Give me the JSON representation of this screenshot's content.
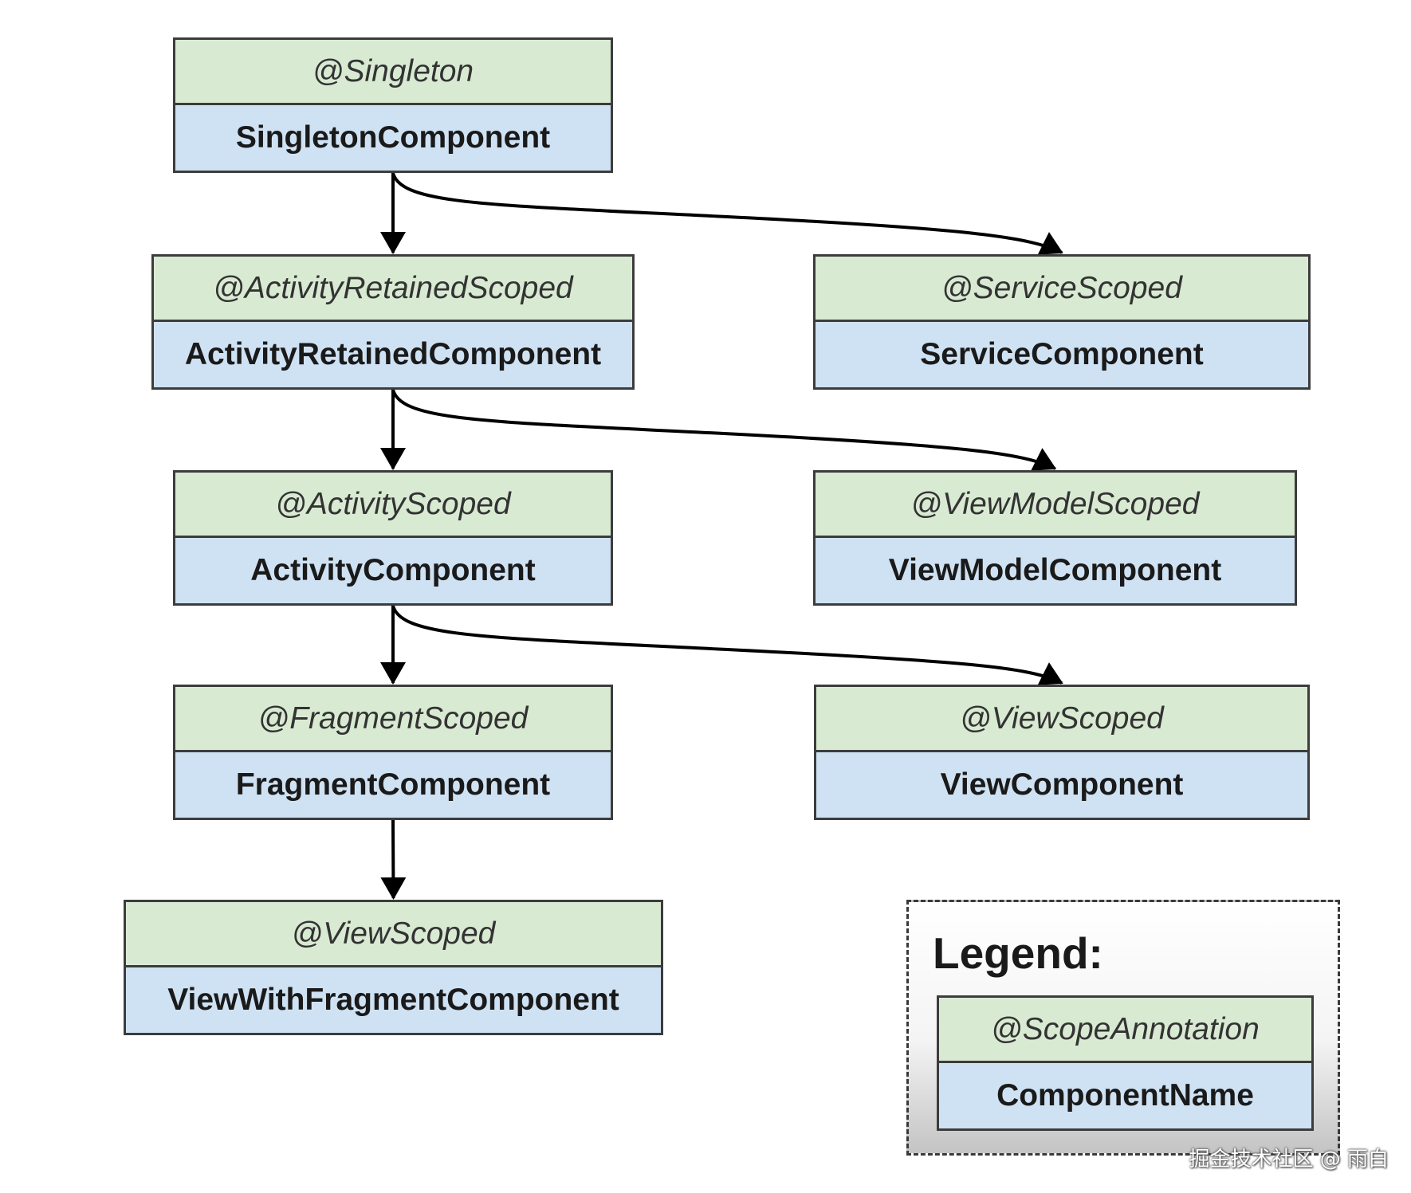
{
  "nodes": [
    {
      "id": "singleton",
      "scope": "@Singleton",
      "component": "SingletonComponent"
    },
    {
      "id": "activity-retained",
      "scope": "@ActivityRetainedScoped",
      "component": "ActivityRetainedComponent"
    },
    {
      "id": "service",
      "scope": "@ServiceScoped",
      "component": "ServiceComponent"
    },
    {
      "id": "activity",
      "scope": "@ActivityScoped",
      "component": "ActivityComponent"
    },
    {
      "id": "viewmodel",
      "scope": "@ViewModelScoped",
      "component": "ViewModelComponent"
    },
    {
      "id": "fragment",
      "scope": "@FragmentScoped",
      "component": "FragmentComponent"
    },
    {
      "id": "view",
      "scope": "@ViewScoped",
      "component": "ViewComponent"
    },
    {
      "id": "view-with-fragment",
      "scope": "@ViewScoped",
      "component": "ViewWithFragmentComponent"
    }
  ],
  "edges": [
    {
      "from": "singleton",
      "to": "activity-retained"
    },
    {
      "from": "singleton",
      "to": "service"
    },
    {
      "from": "activity-retained",
      "to": "activity"
    },
    {
      "from": "activity-retained",
      "to": "viewmodel"
    },
    {
      "from": "activity",
      "to": "fragment"
    },
    {
      "from": "activity",
      "to": "view"
    },
    {
      "from": "fragment",
      "to": "view-with-fragment"
    }
  ],
  "legend": {
    "title": "Legend:",
    "scope": "@ScopeAnnotation",
    "component": "ComponentName"
  },
  "watermark": "掘金技术社区 @ 雨白",
  "colors": {
    "scope_fill": "#d9ead3",
    "component_fill": "#cfe2f3",
    "border": "#3c3c3c",
    "arrow": "#000000"
  }
}
